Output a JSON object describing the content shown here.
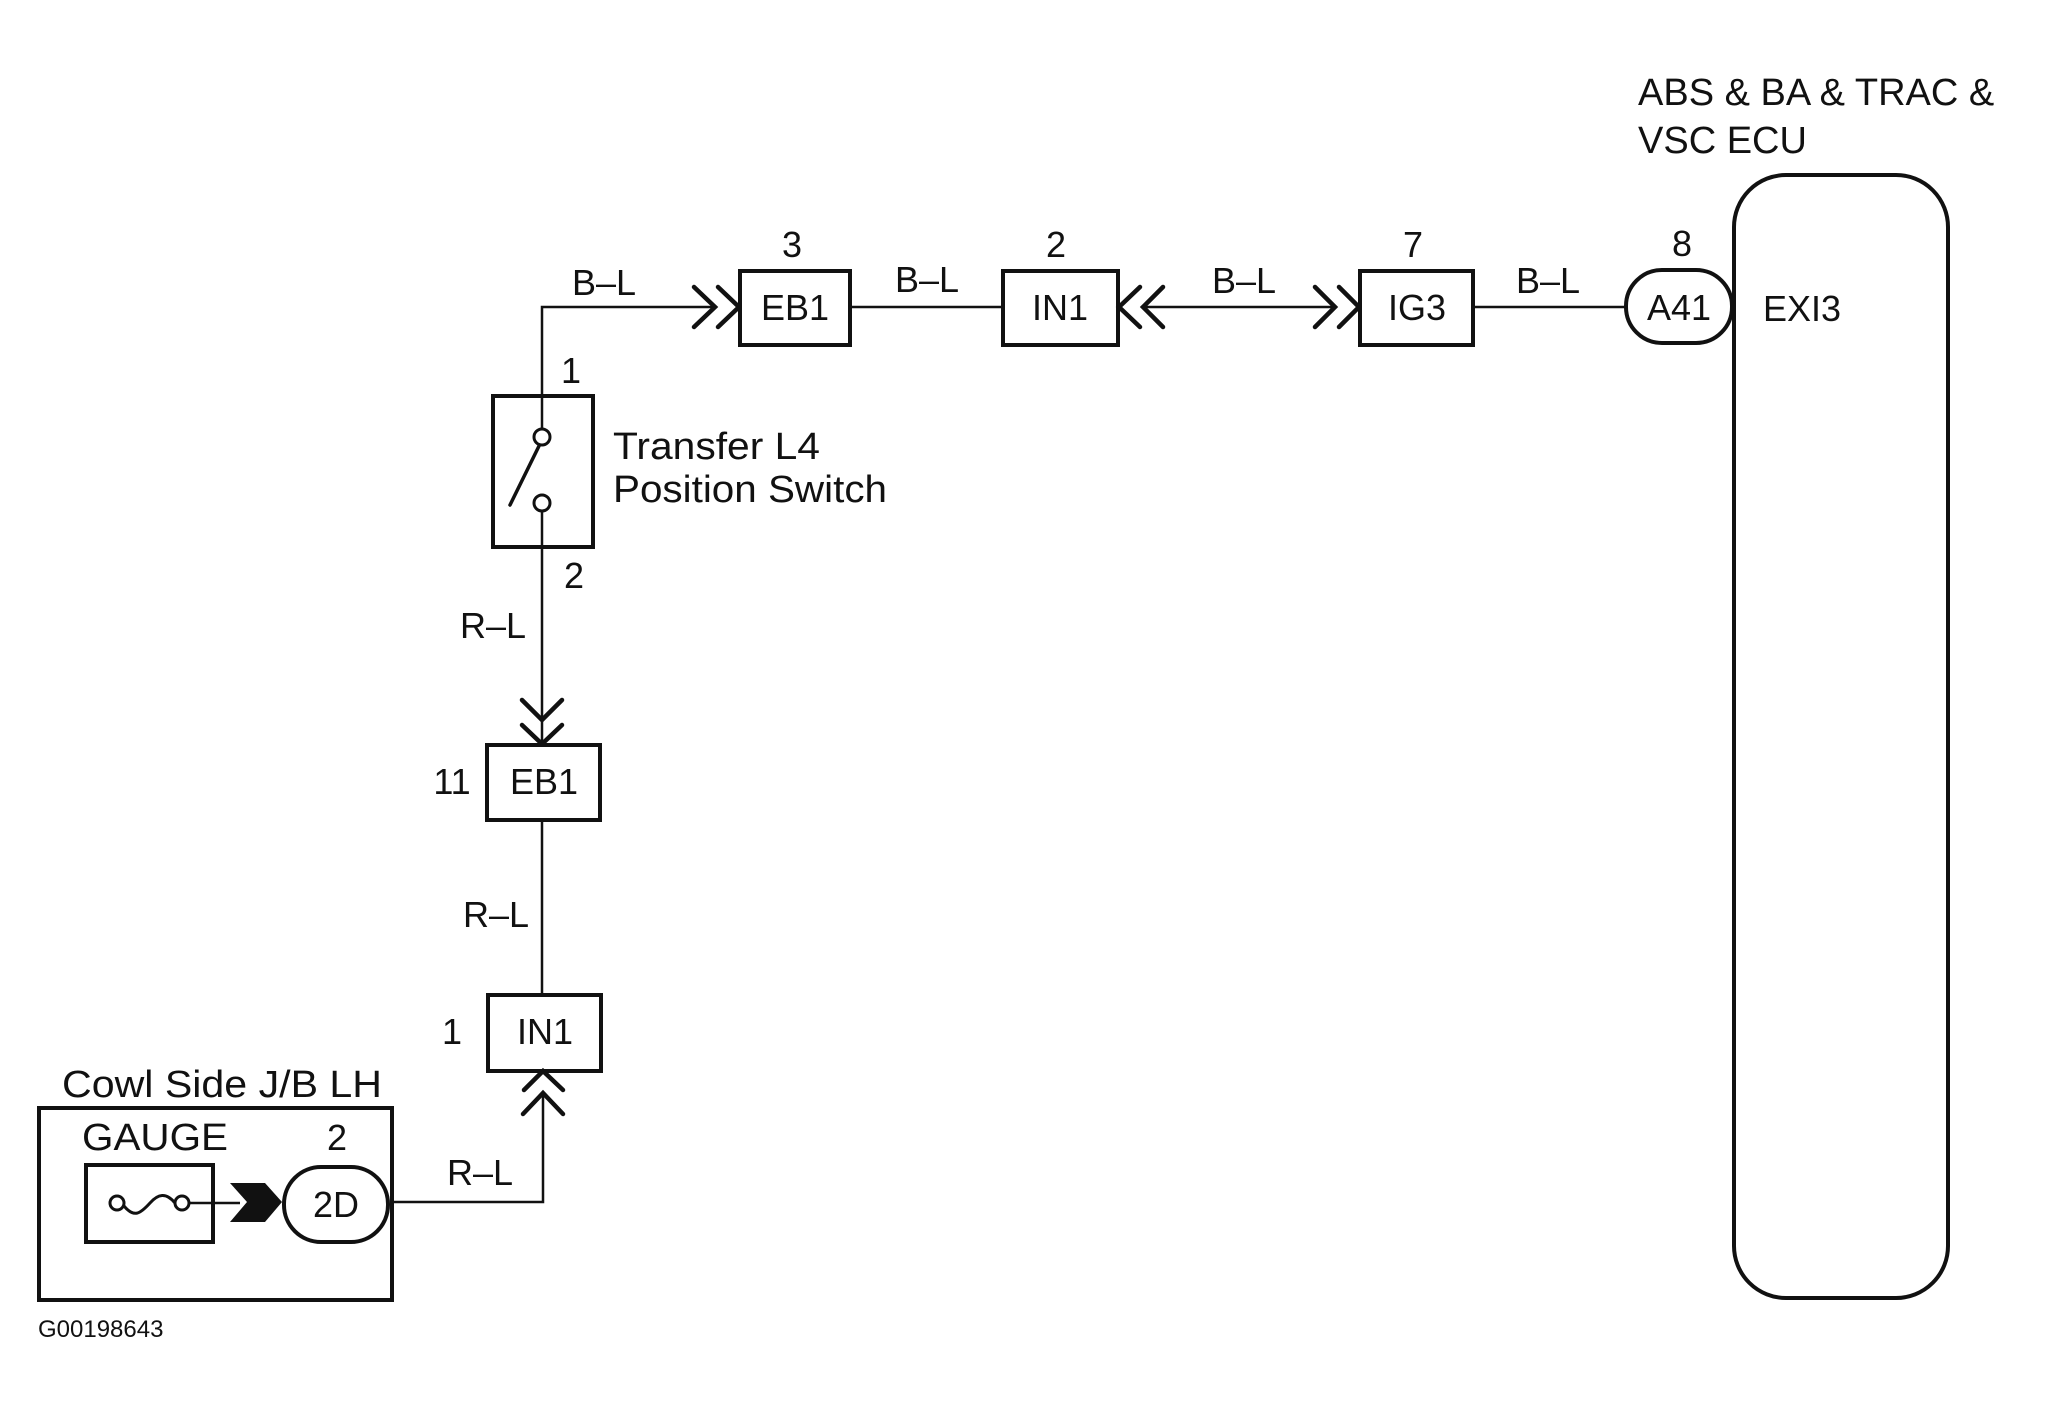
{
  "diagram": {
    "type": "wiring-diagram",
    "figure_id": "G00198643",
    "colors": {
      "line": "#111111",
      "background": "#ffffff"
    },
    "ecu": {
      "title_line1": "ABS & BA & TRAC &",
      "title_line2": "VSC ECU",
      "terminal_name": "EXI3",
      "connector": "A41",
      "pin": "8"
    },
    "switch": {
      "name_line1": "Transfer L4",
      "name_line2": "Position Switch",
      "pin_top": "1",
      "pin_bottom": "2"
    },
    "top_connectors": [
      {
        "id": "EB1",
        "pin": "3"
      },
      {
        "id": "IN1",
        "pin": "2"
      },
      {
        "id": "IG3",
        "pin": "7"
      }
    ],
    "bottom_connectors": [
      {
        "id": "EB1",
        "pin": "11"
      },
      {
        "id": "IN1",
        "pin": "1"
      }
    ],
    "wire_labels": {
      "switch_to_eb1": "B–L",
      "eb1_to_in1": "B–L",
      "in1_to_ig3": "B–L",
      "ig3_to_a41": "B–L",
      "switch_to_eb1_lower": "R–L",
      "eb1_to_in1_lower": "R–L",
      "jb_to_in1": "R–L"
    },
    "junction_block": {
      "title": "Cowl Side J/B LH",
      "fuse_name": "GAUGE",
      "connector": "2D",
      "pin": "2",
      "fuse_icon": "fuse-icon"
    }
  }
}
